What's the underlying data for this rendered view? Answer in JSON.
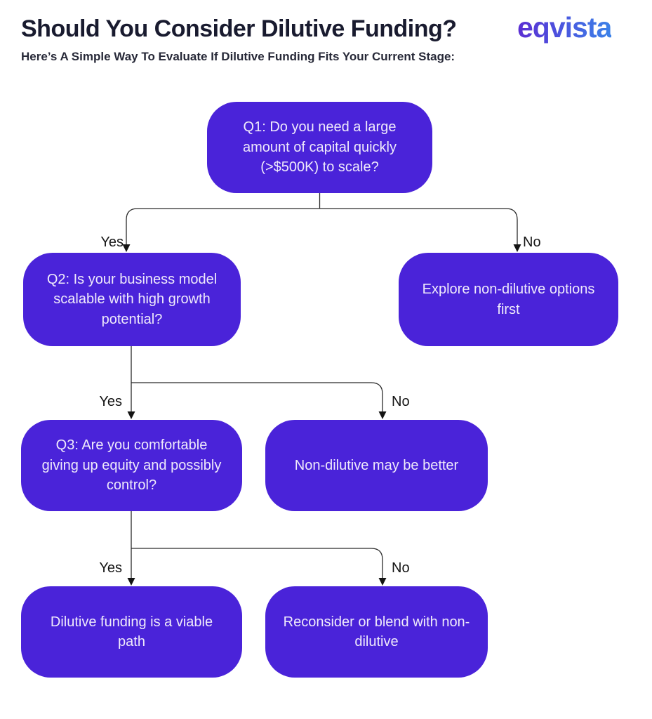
{
  "header": {
    "title": "Should You Consider Dilutive Funding?",
    "subtitle": "Here’s A Simple Way To Evaluate If Dilutive Funding Fits Your Current Stage:",
    "logo_text": "eqvista"
  },
  "colors": {
    "node_fill": "#4a23d9",
    "node_text": "#efeafb",
    "connector_line": "#2b2b2b",
    "title_text": "#191b2f",
    "logo_gradient_start": "#5b2ed3",
    "logo_gradient_end": "#3b82e8"
  },
  "flowchart": {
    "nodes": [
      {
        "id": "q1",
        "text": "Q1: Do you need a large amount of capital quickly (>$500K) to scale?"
      },
      {
        "id": "q2",
        "text": "Q2: Is your business model scalable with high growth potential?"
      },
      {
        "id": "explore-non-dilutive",
        "text": "Explore non-dilutive options first"
      },
      {
        "id": "q3",
        "text": "Q3: Are you comfortable giving up equity and possibly control?"
      },
      {
        "id": "non-dilutive-better",
        "text": "Non-dilutive may be better"
      },
      {
        "id": "dilutive-viable",
        "text": "Dilutive funding is a viable path"
      },
      {
        "id": "reconsider-blend",
        "text": "Reconsider or blend with non-dilutive"
      }
    ],
    "edges": [
      {
        "from": "q1",
        "to": "q2",
        "label": "Yes"
      },
      {
        "from": "q1",
        "to": "explore-non-dilutive",
        "label": "No"
      },
      {
        "from": "q2",
        "to": "q3",
        "label": "Yes"
      },
      {
        "from": "q2",
        "to": "non-dilutive-better",
        "label": "No"
      },
      {
        "from": "q3",
        "to": "dilutive-viable",
        "label": "Yes"
      },
      {
        "from": "q3",
        "to": "reconsider-blend",
        "label": "No"
      }
    ]
  }
}
